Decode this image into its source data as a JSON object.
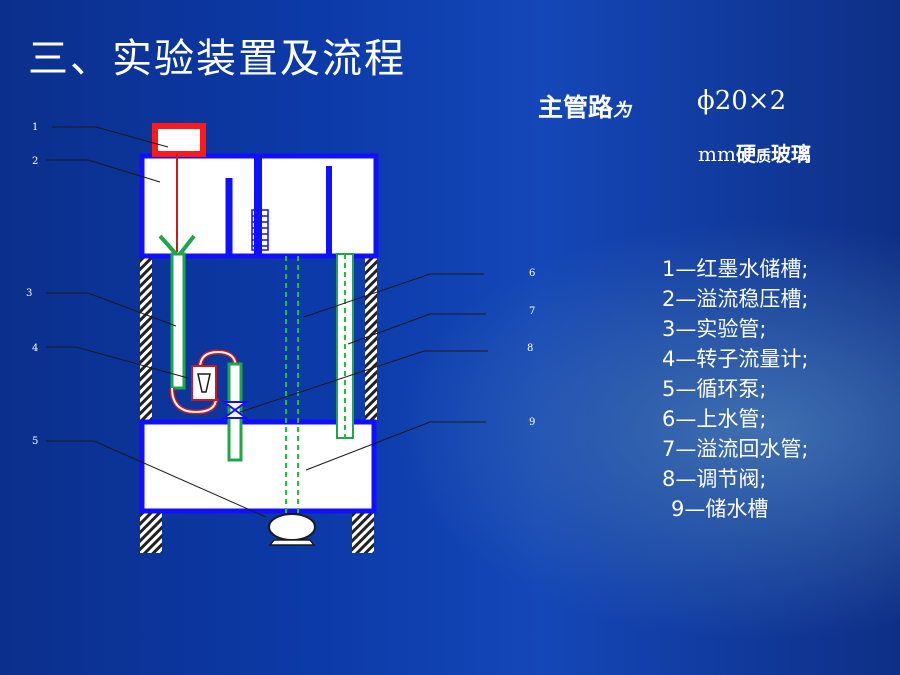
{
  "title": "三、实验装置及流程",
  "spec": {
    "label_main": "主管路",
    "label_small": "为",
    "dimension": "ϕ20×2",
    "unit": "mm",
    "material_a": "硬",
    "material_b": "质",
    "material_c": "玻璃"
  },
  "diagram_labels": [
    "1",
    "2",
    "3",
    "4",
    "5",
    "6",
    "7",
    "8",
    "9"
  ],
  "legend": [
    "1—红墨水储槽;",
    "2—溢流稳压槽;",
    "3—实验管;",
    "4—转子流量计;",
    "5—循环泵;",
    "6—上水管;",
    "7—溢流回水管;",
    "8—调节阀;",
    "9—储水槽"
  ],
  "colors": {
    "frame": "#1010ff",
    "ink_tank": "#ff1a1a",
    "pipe_green": "#1fa64a",
    "pipe_dashed": "#1fbf3a",
    "tank_fill": "#ffffff"
  }
}
